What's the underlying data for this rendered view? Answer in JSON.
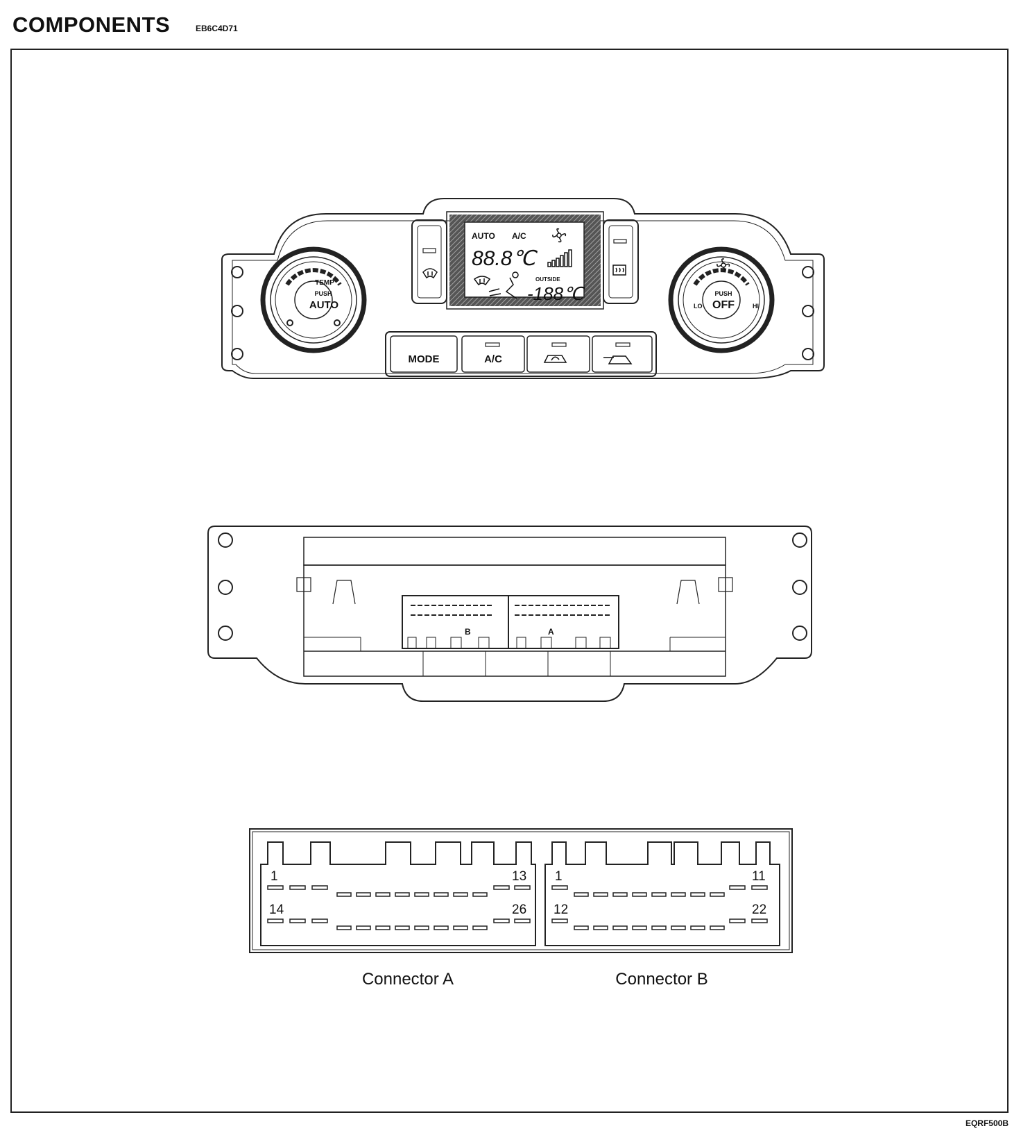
{
  "header": {
    "title": "COMPONENTS",
    "code": "EB6C4D71"
  },
  "footer": {
    "figure_id": "EQRF500B"
  },
  "front_panel": {
    "left_knob": {
      "top_label": "TEMP",
      "push_label": "PUSH",
      "main_label": "AUTO"
    },
    "right_knob": {
      "push_label": "PUSH",
      "main_label": "OFF",
      "lo_label": "LO",
      "hi_label": "HI"
    },
    "display": {
      "auto": "AUTO",
      "ac": "A/C",
      "temp_digits": "88.8℃",
      "outside_label": "OUTSIDE",
      "outside_digits": "-188℃"
    },
    "buttons": [
      "MODE",
      "A/C"
    ]
  },
  "connector_view": {
    "label_b": "B",
    "label_a": "A"
  },
  "pinouts": {
    "connector_a": {
      "name": "Connector A",
      "pin_tl": "1",
      "pin_tr": "13",
      "pin_bl": "14",
      "pin_br": "26"
    },
    "connector_b": {
      "name": "Connector B",
      "pin_tl": "1",
      "pin_tr": "11",
      "pin_bl": "12",
      "pin_br": "22"
    }
  }
}
